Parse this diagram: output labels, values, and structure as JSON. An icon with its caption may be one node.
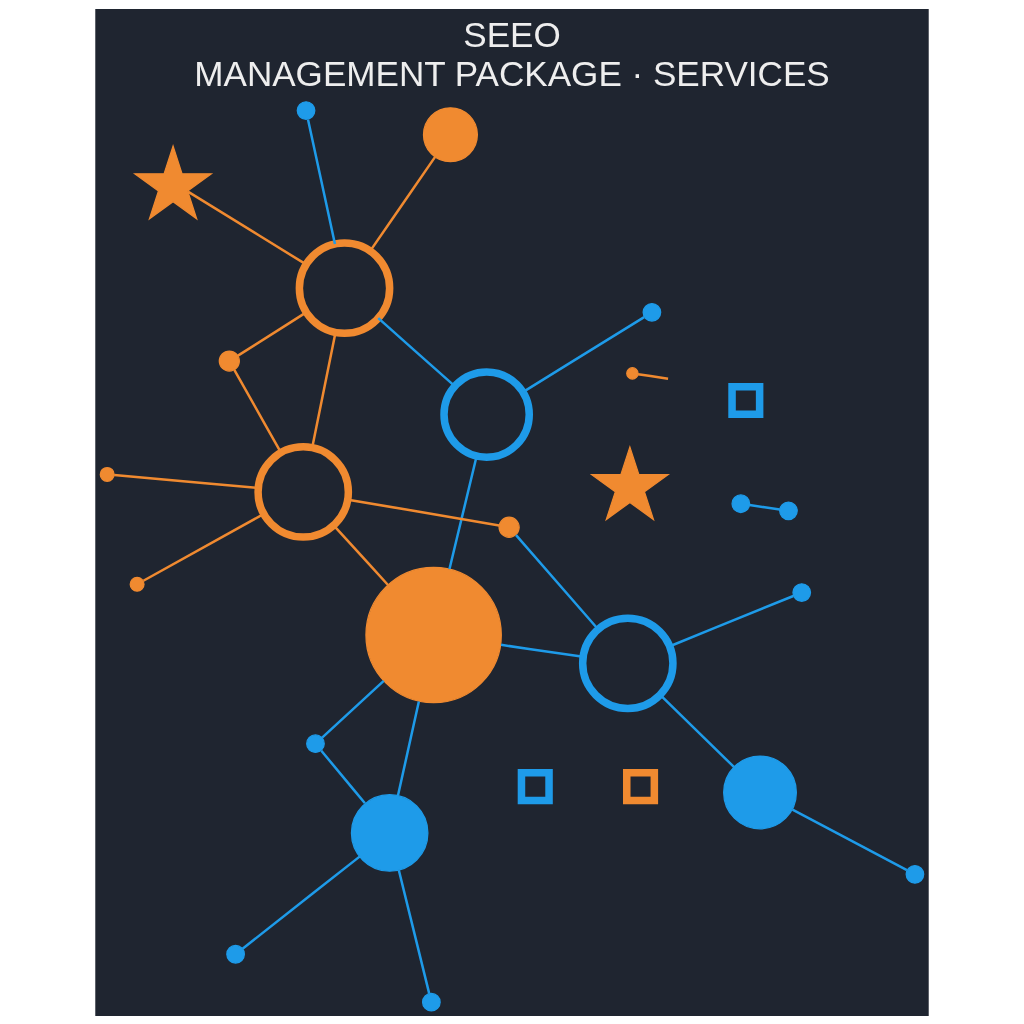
{
  "diagram": {
    "title": "SEEO",
    "caption": "MANAGEMENT PACKAGE · SERVICES",
    "nodes": [
      {
        "text": [],
        "shape": "circle"
      },
      {
        "text": [],
        "shape": "circle"
      },
      {
        "text": [],
        "shape": "circle"
      },
      {
        "text": [],
        "shape": "circle"
      },
      {
        "text": [],
        "shape": "circle"
      },
      {
        "text": [],
        "shape": "circle"
      },
      {
        "text": [],
        "shape": "circle"
      },
      {
        "text": [],
        "shape": "circle"
      },
      {
        "text": [],
        "shape": "picture"
      },
      {
        "text": [],
        "shape": "picture"
      },
      {
        "text": [],
        "shape": "circle"
      },
      {
        "text": [],
        "shape": "circle"
      },
      {
        "text": [],
        "shape": "circle"
      },
      {
        "text": [],
        "shape": "circle"
      },
      {
        "text": [],
        "shape": "circle"
      },
      {
        "text": [],
        "shape": "circle"
      },
      {
        "text": [],
        "shape": "circle"
      },
      {
        "text": [],
        "shape": "circle"
      },
      {
        "text": [],
        "shape": "circle"
      },
      {
        "text": [],
        "shape": "circle"
      },
      {
        "text": [],
        "shape": "circle"
      },
      {
        "text": [],
        "shape": "circle"
      },
      {
        "text": [],
        "shape": "box"
      },
      {
        "text": [],
        "shape": "box"
      },
      {
        "text": [],
        "shape": "box"
      },
      {
        "text": [],
        "shape": "circle"
      },
      {
        "text": [],
        "shape": "circle"
      }
    ],
    "edges": [
      {
        "from": 10,
        "to": 1,
        "arrow": "none"
      },
      {
        "from": 1,
        "to": 11,
        "arrow": "none"
      },
      {
        "from": 1,
        "to": 12,
        "arrow": "none"
      },
      {
        "from": 1,
        "to": 0,
        "arrow": "none"
      },
      {
        "from": 11,
        "to": 0,
        "arrow": "none"
      },
      {
        "from": 2,
        "to": 0,
        "arrow": "none"
      },
      {
        "from": 2,
        "to": 14,
        "arrow": "none"
      },
      {
        "from": 2,
        "to": 5,
        "arrow": "none"
      },
      {
        "from": 13,
        "to": 3,
        "arrow": "none"
      },
      {
        "from": 0,
        "to": 3,
        "arrow": "none"
      },
      {
        "from": 4,
        "to": 3,
        "arrow": "none"
      },
      {
        "from": 3,
        "to": 17,
        "arrow": "none"
      },
      {
        "from": 4,
        "to": 16,
        "arrow": "none"
      },
      {
        "from": 17,
        "to": 6,
        "arrow": "none",
        "color": "#f08a30"
      },
      {
        "from": 0,
        "to": 6,
        "arrow": "none",
        "color": "#f08a30"
      },
      {
        "from": 15,
        "to": 5,
        "arrow": "none"
      },
      {
        "from": 5,
        "to": 6,
        "arrow": "none",
        "color": "#f08a30"
      },
      {
        "from": 5,
        "to": 8,
        "arrow": "none",
        "color": "#f08a30"
      },
      {
        "from": 5,
        "to": 7,
        "arrow": "none",
        "color": "#f08a30"
      },
      {
        "from": 5,
        "to": 18,
        "arrow": "none",
        "color": "#f08a30"
      },
      {
        "from": 6,
        "to": 18,
        "arrow": "none",
        "color": "#f08a30"
      },
      {
        "from": 6,
        "to": 19,
        "arrow": "none",
        "color": "#f08a30"
      },
      {
        "from": 6,
        "to": 21,
        "arrow": "none",
        "color": "#f08a30"
      },
      {
        "from": 20,
        "to": null,
        "arrow": "none",
        "color": "#f08a30"
      },
      {
        "from": 25,
        "to": 26,
        "arrow": "none"
      }
    ]
  }
}
